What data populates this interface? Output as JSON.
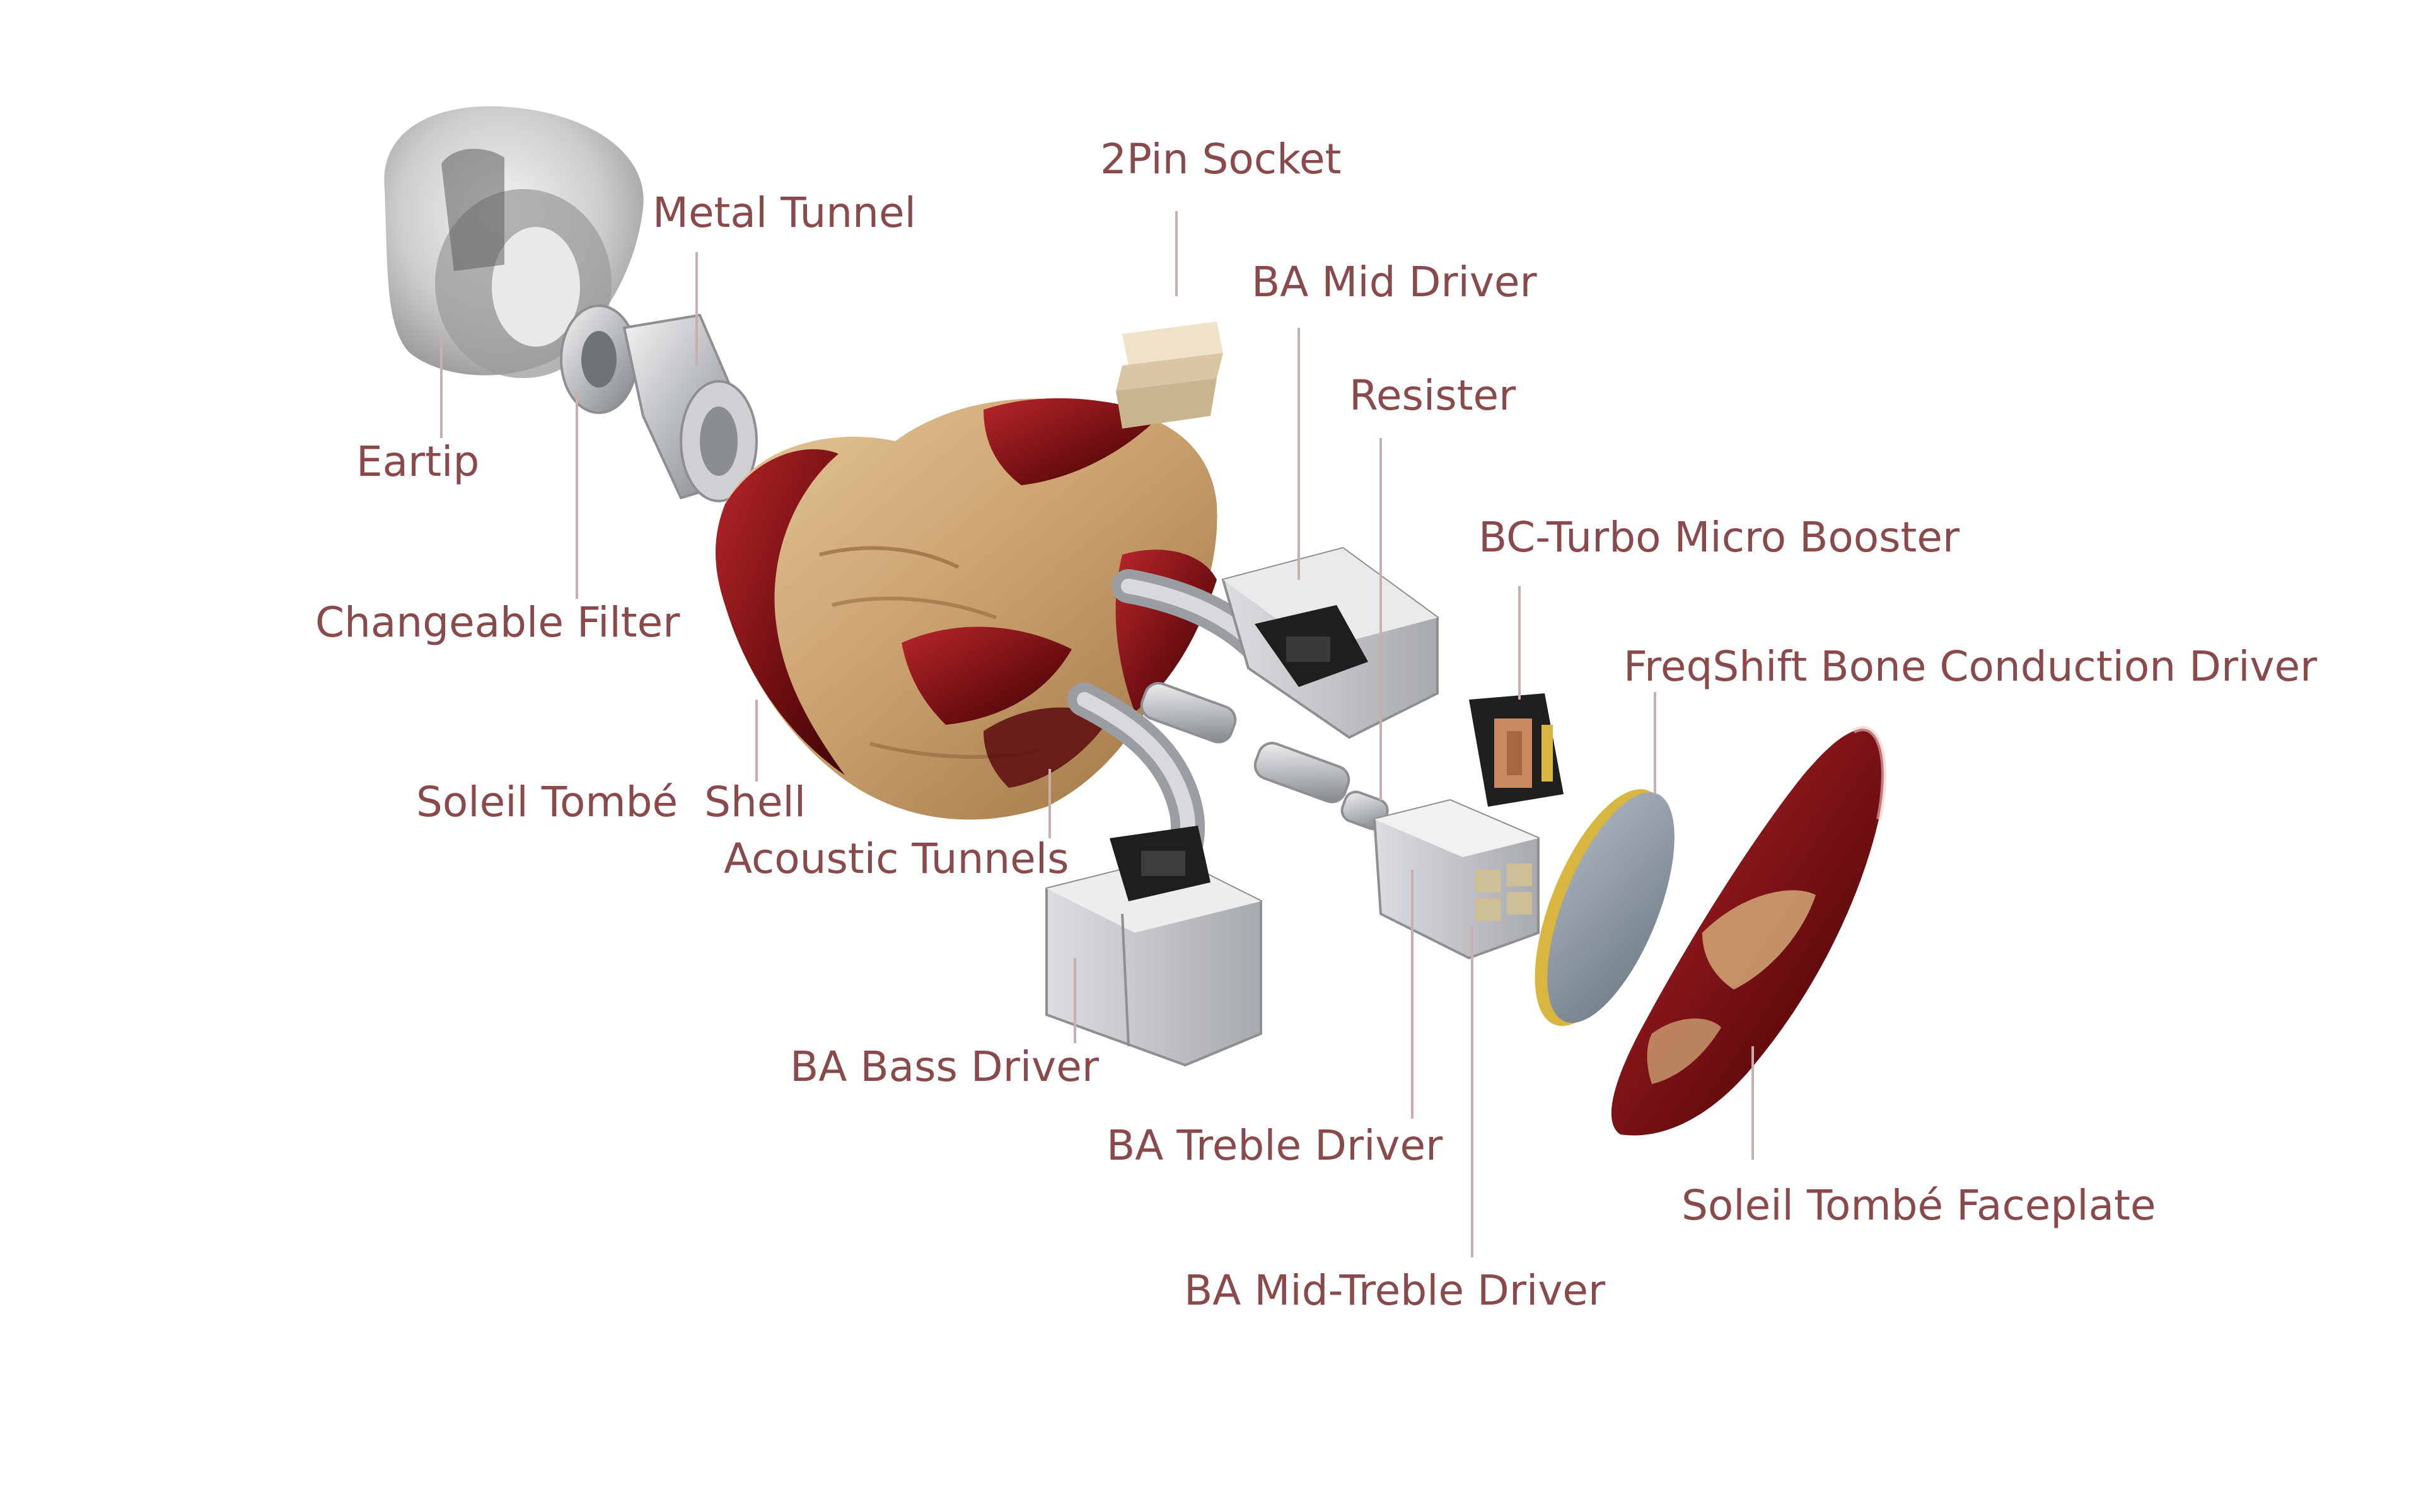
{
  "labels": {
    "two_pin_socket": "2Pin Socket",
    "metal_tunnel": "Metal Tunnel",
    "ba_mid_driver": "BA Mid Driver",
    "resister": "Resister",
    "eartip": "Eartip",
    "bc_turbo": "BC-Turbo Micro Booster",
    "changeable_filter": "Changeable Filter",
    "freqshift": "FreqShift Bone Conduction Driver",
    "soleil_shell": "Soleil Tombé  Shell",
    "acoustic_tunnels": "Acoustic Tunnels",
    "ba_bass_driver": "BA Bass Driver",
    "ba_treble_driver": "BA Treble Driver",
    "soleil_faceplate": "Soleil Tombé Faceplate",
    "ba_mid_treble_driver": "BA Mid-Treble Driver"
  },
  "colors": {
    "label_text": "#8a4a4b",
    "leader_line": "#c9aeae",
    "wood_light": "#d9b888",
    "wood_dark_red": "#7a1416",
    "metal": "#b9bcc0",
    "bone_disc": "#8e9aa6",
    "gold_edge": "#d8b640"
  }
}
